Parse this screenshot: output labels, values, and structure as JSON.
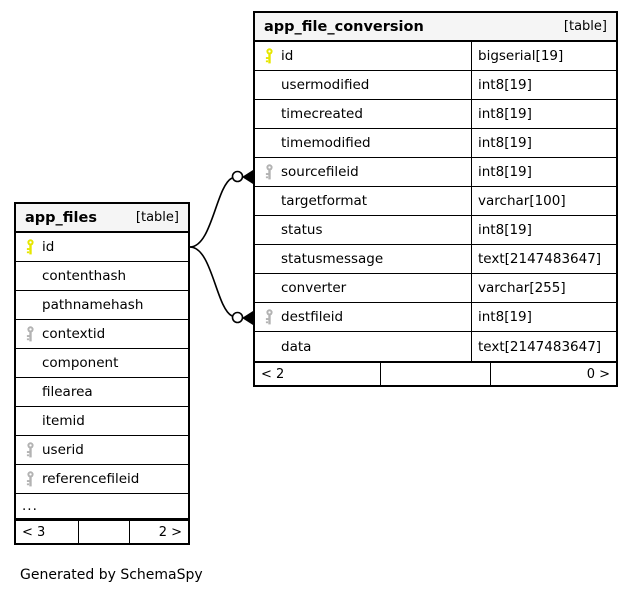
{
  "caption": "Generated by SchemaSpy",
  "icons": {
    "primary_key": "primary-key-icon",
    "foreign_key": "foreign-key-icon"
  },
  "colors": {
    "primary_key": "#e6e600",
    "foreign_key": "#b3b3b3",
    "border": "#000000",
    "header_background": "#f5f5f5",
    "background": "#ffffff"
  },
  "tables": [
    {
      "id": "app_file_conversion",
      "name": "app_file_conversion",
      "kind": "[table]",
      "columns": [
        {
          "name": "id",
          "type": "bigserial[19]",
          "key": "primary"
        },
        {
          "name": "usermodified",
          "type": "int8[19]",
          "key": "none"
        },
        {
          "name": "timecreated",
          "type": "int8[19]",
          "key": "none"
        },
        {
          "name": "timemodified",
          "type": "int8[19]",
          "key": "none"
        },
        {
          "name": "sourcefileid",
          "type": "int8[19]",
          "key": "foreign"
        },
        {
          "name": "targetformat",
          "type": "varchar[100]",
          "key": "none"
        },
        {
          "name": "status",
          "type": "int8[19]",
          "key": "none"
        },
        {
          "name": "statusmessage",
          "type": "text[2147483647]",
          "key": "none"
        },
        {
          "name": "converter",
          "type": "varchar[255]",
          "key": "none"
        },
        {
          "name": "destfileid",
          "type": "int8[19]",
          "key": "foreign"
        },
        {
          "name": "data",
          "type": "text[2147483647]",
          "key": "none"
        }
      ],
      "more_row": null,
      "footer": {
        "left": "< 2",
        "middle": "",
        "right": "0 >"
      }
    },
    {
      "id": "app_files",
      "name": "app_files",
      "kind": "[table]",
      "columns": [
        {
          "name": "id",
          "type": "",
          "key": "primary"
        },
        {
          "name": "contenthash",
          "type": "",
          "key": "none"
        },
        {
          "name": "pathnamehash",
          "type": "",
          "key": "none"
        },
        {
          "name": "contextid",
          "type": "",
          "key": "foreign"
        },
        {
          "name": "component",
          "type": "",
          "key": "none"
        },
        {
          "name": "filearea",
          "type": "",
          "key": "none"
        },
        {
          "name": "itemid",
          "type": "",
          "key": "none"
        },
        {
          "name": "userid",
          "type": "",
          "key": "foreign"
        },
        {
          "name": "referencefileid",
          "type": "",
          "key": "foreign"
        }
      ],
      "more_row": "...",
      "footer": {
        "left": "< 3",
        "middle": "",
        "right": "2 >"
      }
    }
  ],
  "relationships": [
    {
      "name": "app-files-id-to-sourcefileid",
      "from_table": "app_files",
      "from_column": "id",
      "to_table": "app_file_conversion",
      "to_column": "sourcefileid"
    },
    {
      "name": "app-files-id-to-destfileid",
      "from_table": "app_files",
      "from_column": "id",
      "to_table": "app_file_conversion",
      "to_column": "destfileid"
    }
  ]
}
